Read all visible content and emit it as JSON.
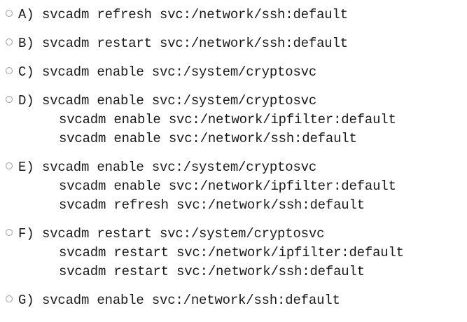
{
  "options": [
    {
      "letter": "A)",
      "selected": false,
      "lines": [
        "svcadm refresh svc:/network/ssh:default"
      ]
    },
    {
      "letter": "B)",
      "selected": false,
      "lines": [
        "svcadm restart svc:/network/ssh:default"
      ]
    },
    {
      "letter": "C)",
      "selected": false,
      "lines": [
        "svcadm enable svc:/system/cryptosvc"
      ]
    },
    {
      "letter": "D)",
      "selected": false,
      "lines": [
        "svcadm enable svc:/system/cryptosvc",
        "svcadm enable svc:/network/ipfilter:default",
        "svcadm enable svc:/network/ssh:default"
      ]
    },
    {
      "letter": "E)",
      "selected": false,
      "lines": [
        "svcadm enable svc:/system/cryptosvc",
        "svcadm enable svc:/network/ipfilter:default",
        "svcadm refresh svc:/network/ssh:default"
      ]
    },
    {
      "letter": "F)",
      "selected": false,
      "lines": [
        "svcadm restart svc:/system/cryptosvc",
        "svcadm restart svc:/network/ipfilter:default",
        "svcadm restart svc:/network/ssh:default"
      ]
    },
    {
      "letter": "G)",
      "selected": false,
      "lines": [
        "svcadm enable svc:/network/ssh:default"
      ]
    }
  ]
}
